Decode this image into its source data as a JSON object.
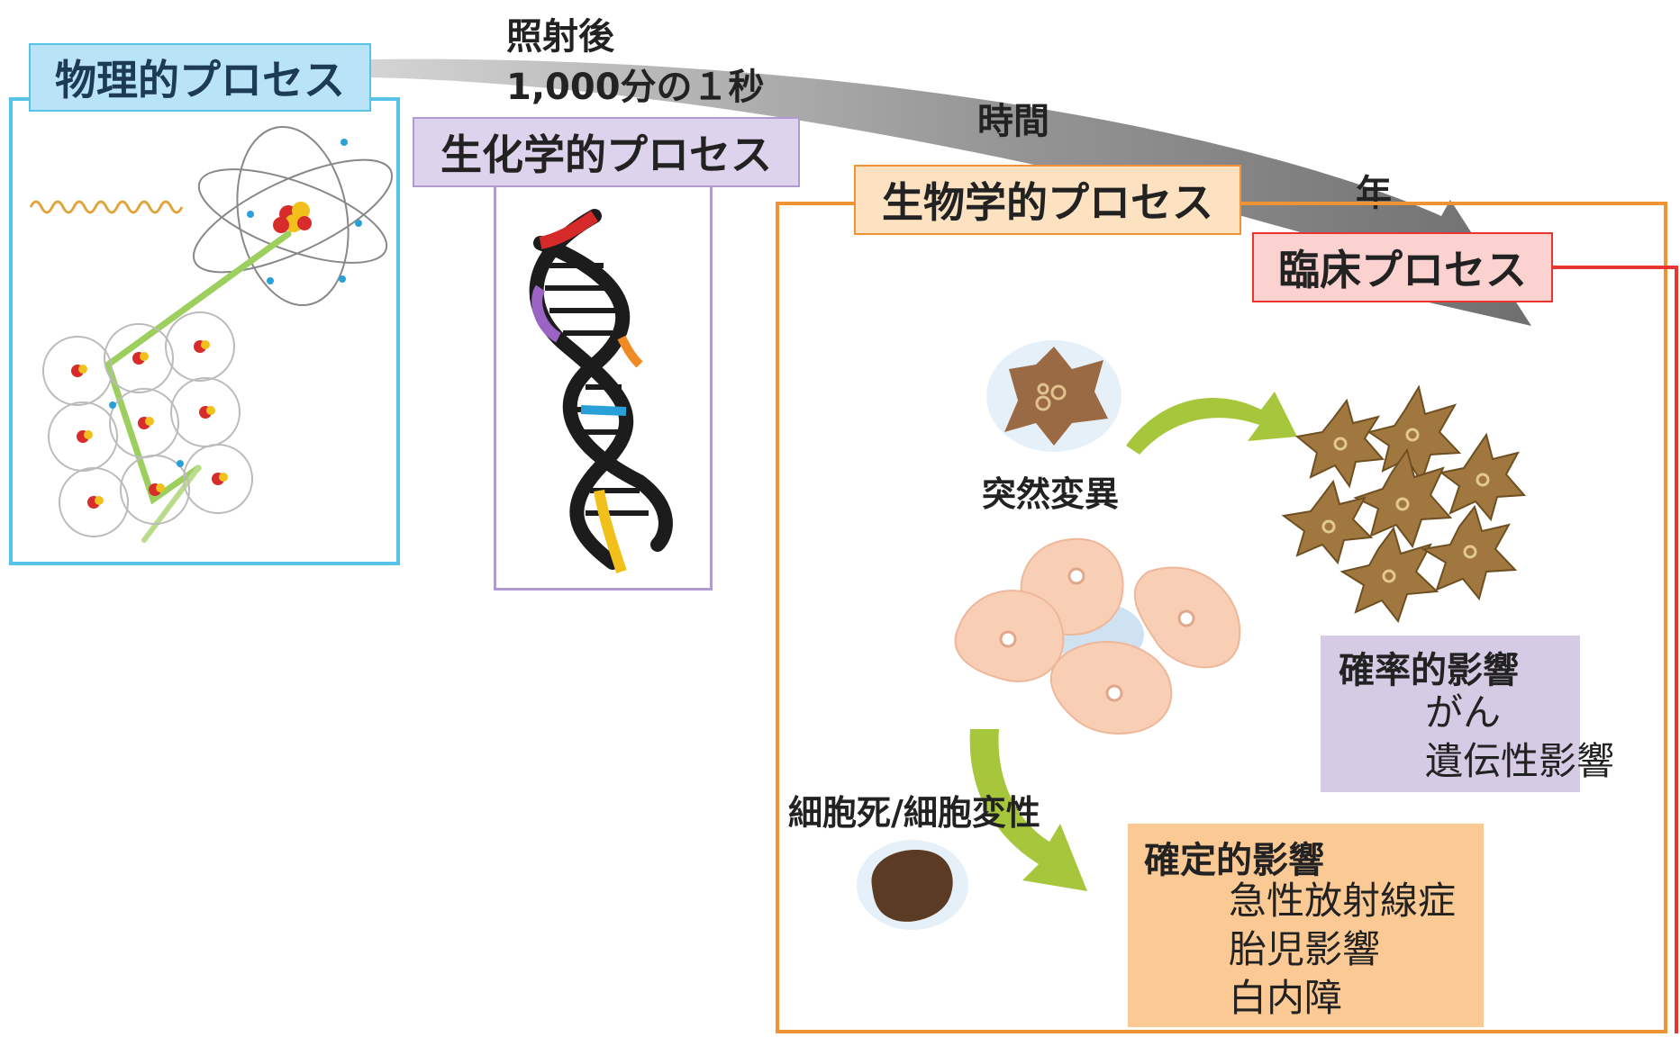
{
  "time_axis": {
    "after_irradiation": "照射後",
    "millisecond": "1,000分の１秒",
    "time": "時間",
    "year": "年"
  },
  "stages": {
    "physical": {
      "label": "物理的プロセス",
      "color": "#57c3e6",
      "fill": "#b9e3f6"
    },
    "biochemical": {
      "label": "生化学的プロセス",
      "color": "#b09ad0",
      "fill": "#ddd3ec"
    },
    "biological": {
      "label": "生物学的プロセス",
      "color": "#ef9334",
      "fill": "#fde2c2"
    },
    "clinical": {
      "label": "臨床プロセス",
      "color": "#e8352f",
      "fill": "#fbd2cf"
    }
  },
  "biological_labels": {
    "mutation": "突然変異",
    "cell_death": "細胞死/細胞変性"
  },
  "effects": {
    "stochastic": {
      "title": "確率的影響",
      "items": [
        "がん",
        "遺伝性影響"
      ],
      "bg": "#d5cbe4"
    },
    "deterministic": {
      "title": "確定的影響",
      "items": [
        "急性放射線症",
        "胎児影響",
        "白内障"
      ],
      "bg": "#fbc994"
    }
  }
}
